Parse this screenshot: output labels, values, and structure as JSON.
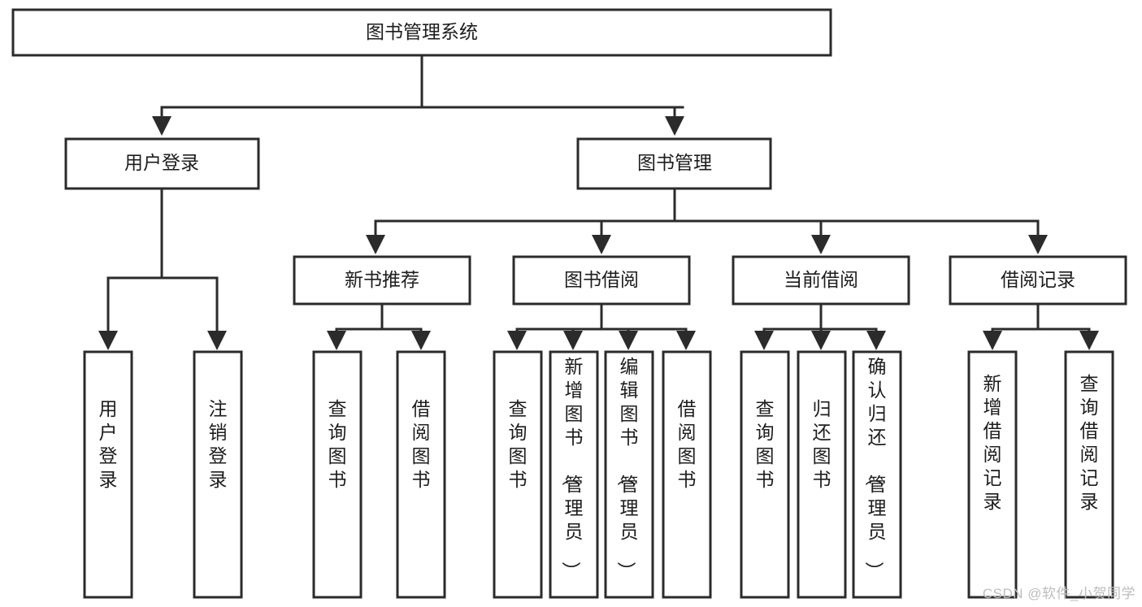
{
  "diagram": {
    "type": "tree-hierarchy-flowchart",
    "title": "图书管理系统",
    "orientation": "top-down",
    "watermark": "CSDN @软件_小贺同学",
    "colors": {
      "stroke": "#2b2b2b",
      "fill": "#ffffff",
      "text": "#1d1d1d",
      "watermark": "#bdbdbd",
      "background": "#ffffff"
    },
    "root": {
      "id": "root",
      "label": "图书管理系统",
      "level": 0
    },
    "level1": [
      {
        "id": "user-login",
        "label": "用户登录",
        "level": 1
      },
      {
        "id": "book-management",
        "label": "图书管理",
        "level": 1
      }
    ],
    "level2": [
      {
        "id": "new-book-recommend",
        "label": "新书推荐",
        "level": 2,
        "parent": "book-management"
      },
      {
        "id": "book-borrow",
        "label": "图书借阅",
        "level": 2,
        "parent": "book-management"
      },
      {
        "id": "current-borrow",
        "label": "当前借阅",
        "level": 2,
        "parent": "book-management"
      },
      {
        "id": "borrow-record",
        "label": "借阅记录",
        "level": 2,
        "parent": "book-management"
      }
    ],
    "leaves": [
      {
        "id": "leaf-user-login",
        "label": "用户登录",
        "parent": "user-login",
        "orientation": "vertical",
        "align": "middle"
      },
      {
        "id": "leaf-logout",
        "label": "注销登录",
        "parent": "user-login",
        "orientation": "vertical",
        "align": "middle"
      },
      {
        "id": "leaf-query-book-1",
        "label": "查询图书",
        "parent": "new-book-recommend",
        "orientation": "vertical",
        "align": "middle"
      },
      {
        "id": "leaf-borrow-book-1",
        "label": "借阅图书",
        "parent": "new-book-recommend",
        "orientation": "vertical",
        "align": "middle"
      },
      {
        "id": "leaf-query-book-2",
        "label": "查询图书",
        "parent": "book-borrow",
        "orientation": "vertical",
        "align": "middle"
      },
      {
        "id": "leaf-add-book",
        "label": "新增图书（管理员）",
        "parent": "book-borrow",
        "orientation": "vertical",
        "align": "top"
      },
      {
        "id": "leaf-edit-book",
        "label": "编辑图书（管理员）",
        "parent": "book-borrow",
        "orientation": "vertical",
        "align": "top"
      },
      {
        "id": "leaf-borrow-book-2",
        "label": "借阅图书",
        "parent": "book-borrow",
        "orientation": "vertical",
        "align": "middle"
      },
      {
        "id": "leaf-query-book-3",
        "label": "查询图书",
        "parent": "current-borrow",
        "orientation": "vertical",
        "align": "middle"
      },
      {
        "id": "leaf-return-book",
        "label": "归还图书",
        "parent": "current-borrow",
        "orientation": "vertical",
        "align": "middle"
      },
      {
        "id": "leaf-confirm-return",
        "label": "确认归还（管理员）",
        "parent": "current-borrow",
        "orientation": "vertical",
        "align": "top"
      },
      {
        "id": "leaf-add-record",
        "label": "新增借阅记录",
        "parent": "borrow-record",
        "orientation": "vertical",
        "align": "middle"
      },
      {
        "id": "leaf-query-record",
        "label": "查询借阅记录",
        "parent": "borrow-record",
        "orientation": "vertical",
        "align": "middle"
      }
    ]
  }
}
